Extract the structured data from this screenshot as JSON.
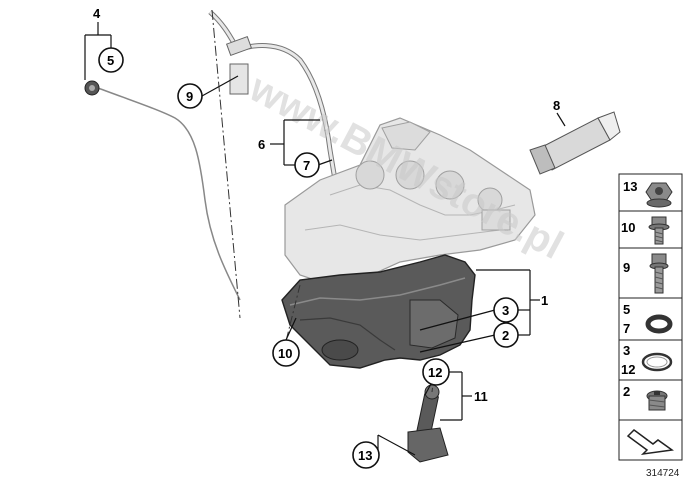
{
  "callouts": {
    "c1": "1",
    "c2": "2",
    "c3": "3",
    "c4": "4",
    "c5": "5",
    "c6": "6",
    "c7": "7",
    "c8": "8",
    "c9": "9",
    "c10": "10",
    "c11": "11",
    "c12": "12",
    "c13": "13"
  },
  "side_panel": {
    "rows": [
      {
        "labels": [
          "13"
        ],
        "icon": "collar-nut-icon"
      },
      {
        "labels": [
          "10"
        ],
        "icon": "flange-bolt-icon"
      },
      {
        "labels": [
          "9"
        ],
        "icon": "hex-bolt-icon"
      },
      {
        "labels": [
          "5",
          "7"
        ],
        "icon": "o-ring-icon"
      },
      {
        "labels": [
          "3",
          "12"
        ],
        "icon": "gasket-ring-icon"
      },
      {
        "labels": [
          "2"
        ],
        "icon": "drain-plug-icon"
      },
      {
        "labels": [],
        "icon": "arrow-icon"
      }
    ]
  },
  "diagram_number": "314724",
  "watermark": "www.BMWstore.pl"
}
